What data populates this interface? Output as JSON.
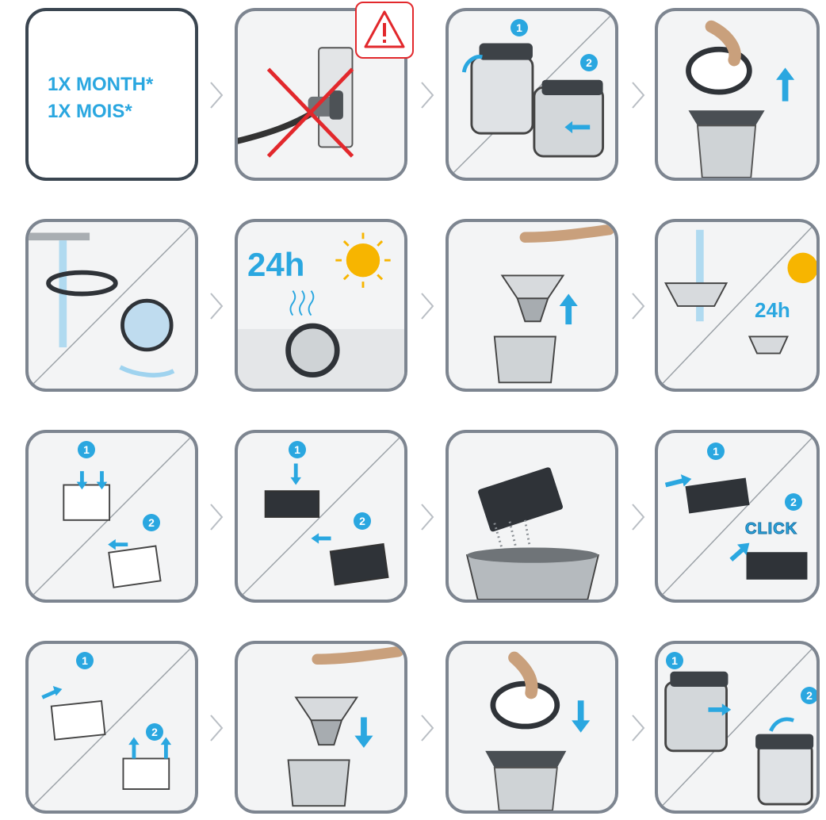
{
  "frequency": {
    "line1": "1X MONTH*",
    "line2": "1X MOIS*"
  },
  "step_numbers": {
    "one": "1",
    "two": "2"
  },
  "drying": {
    "duration": "24h"
  },
  "click_label": "CLICK",
  "icons": {
    "warning": "warning-triangle-icon",
    "unplug": "crossed-out-plug-icon",
    "sun": "sun-icon",
    "arrow": "blue-arrow-icon",
    "chevron": "chevron-right-icon"
  },
  "colors": {
    "accent": "#2aa7e0",
    "frame": "#7d8590",
    "frame_first": "#3a4550",
    "warning": "#e2282c",
    "sun": "#f7b500"
  }
}
